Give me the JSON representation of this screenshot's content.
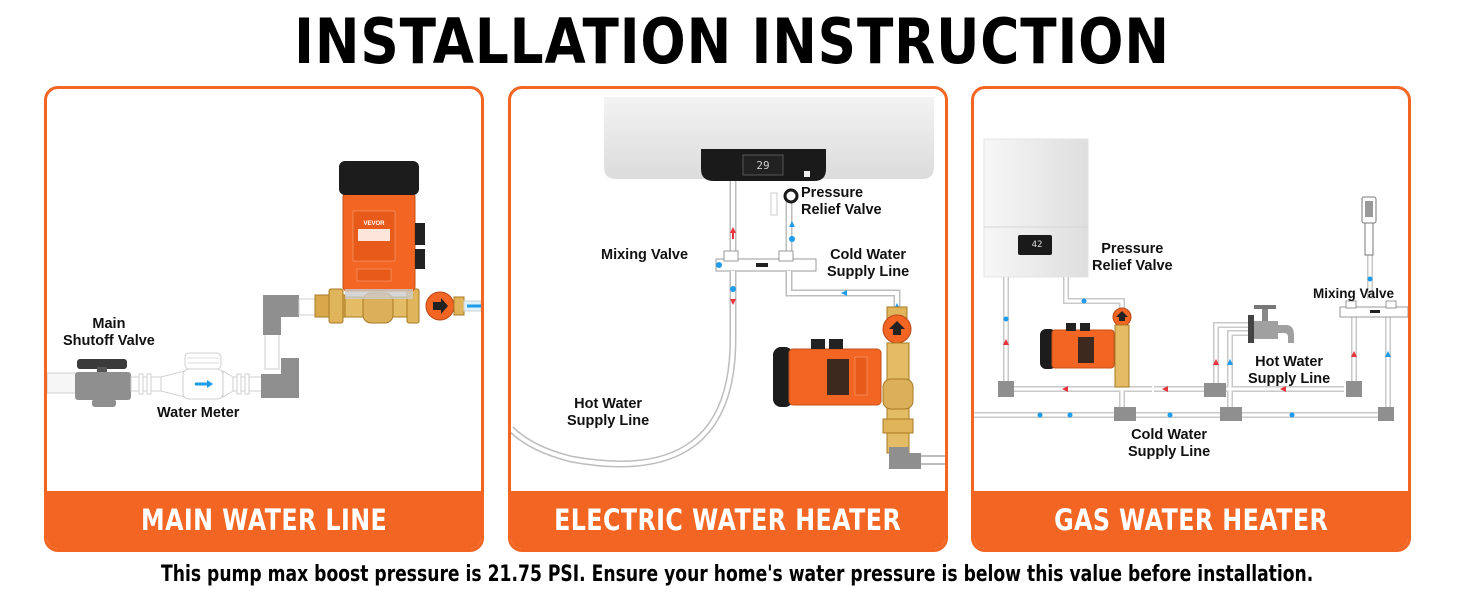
{
  "header": {
    "title": "INSTALLATION INSTRUCTION"
  },
  "colors": {
    "accent": "#f26522",
    "text": "#000000",
    "pipe_gray": "#8f8f8f",
    "cold_flow": "#1e9be9",
    "hot_flow": "#e8323c",
    "brass": "#d8a84a"
  },
  "panels": [
    {
      "id": "main-water-line",
      "caption": "MAIN WATER LINE",
      "labels": {
        "shutoff_line1": "Main",
        "shutoff_line2": "Shutoff Valve",
        "meter": "Water Meter"
      },
      "pump_brand": "VEVOR"
    },
    {
      "id": "electric-water-heater",
      "caption": "ELECTRIC WATER HEATER",
      "labels": {
        "relief_line1": "Pressure",
        "relief_line2": "Relief Valve",
        "mixing": "Mixing Valve",
        "cold_line1": "Cold Water",
        "cold_line2": "Supply Line",
        "hot_line1": "Hot Water",
        "hot_line2": "Supply Line"
      },
      "display_value": "29"
    },
    {
      "id": "gas-water-heater",
      "caption": "GAS WATER HEATER",
      "labels": {
        "relief_line1": "Pressure",
        "relief_line2": "Relief Valve",
        "mixing": "Mixing Valve",
        "hot_line1": "Hot Water",
        "hot_line2": "Supply Line",
        "cold_line1": "Cold Water",
        "cold_line2": "Supply Line"
      },
      "display_value": "42"
    }
  ],
  "footer": {
    "note": "This pump max boost pressure is 21.75 PSI. Ensure your home's water pressure is below this value before installation."
  }
}
